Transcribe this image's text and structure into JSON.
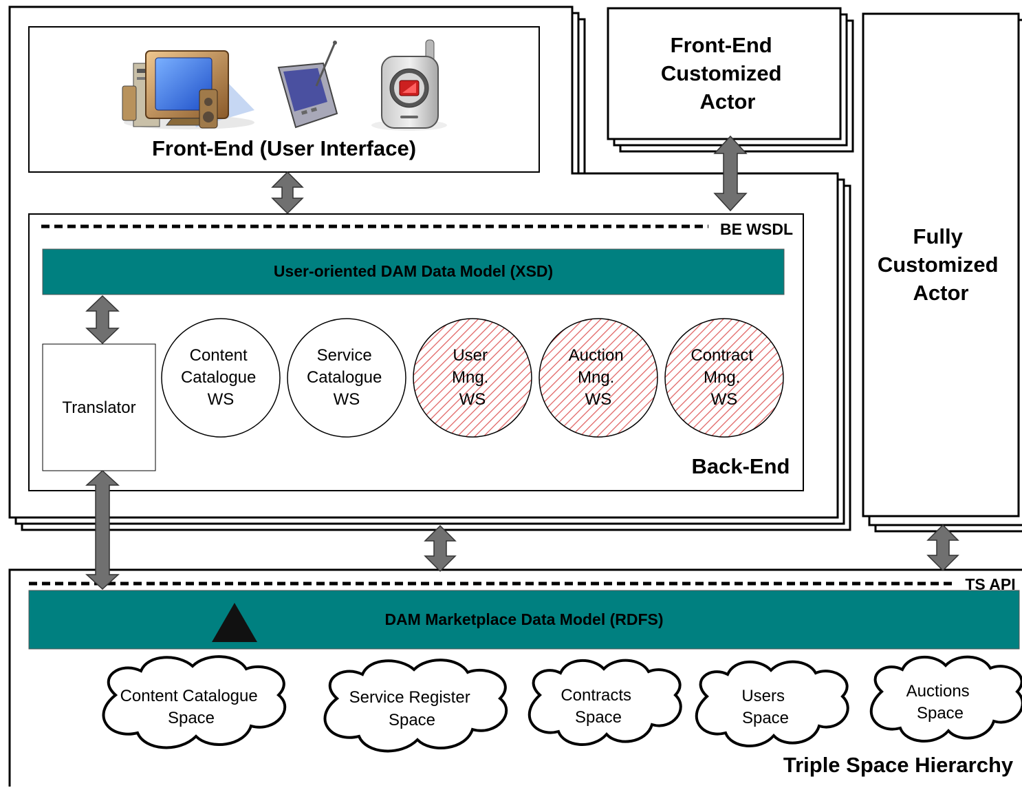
{
  "front_end": {
    "title": "Front-End (User Interface)"
  },
  "fe_custom_actor": {
    "lines": [
      "Front-End",
      "Customized",
      "Actor"
    ]
  },
  "fully_custom_actor": {
    "lines": [
      "Fully",
      "Customized",
      "Actor"
    ]
  },
  "back_end": {
    "wsdl_label": "BE WSDL",
    "data_model_label": "User-oriented DAM Data Model (XSD)",
    "translator_label": "Translator",
    "title": "Back-End",
    "services": [
      {
        "lines": [
          "Content",
          "Catalogue",
          "WS"
        ],
        "hatched": false
      },
      {
        "lines": [
          "Service",
          "Catalogue",
          "WS"
        ],
        "hatched": false
      },
      {
        "lines": [
          "User",
          "Mng.",
          "WS"
        ],
        "hatched": true
      },
      {
        "lines": [
          "Auction",
          "Mng.",
          "WS"
        ],
        "hatched": true
      },
      {
        "lines": [
          "Contract",
          "Mng.",
          "WS"
        ],
        "hatched": true
      }
    ]
  },
  "triple_space": {
    "api_label": "TS API",
    "data_model_label": "DAM Marketplace Data Model (RDFS)",
    "title": "Triple Space Hierarchy",
    "spaces": [
      {
        "lines": [
          "Content Catalogue",
          "Space"
        ]
      },
      {
        "lines": [
          "Service Register",
          "Space"
        ]
      },
      {
        "lines": [
          "Contracts",
          "Space"
        ]
      },
      {
        "lines": [
          "Users",
          "Space"
        ]
      },
      {
        "lines": [
          "Auctions",
          "Space"
        ]
      }
    ]
  },
  "icons": [
    "desktop-computer-icon",
    "pda-tablet-icon",
    "mobile-phone-icon"
  ],
  "colors": {
    "teal": "#008080",
    "hatch": "#e06060",
    "arrow": "#707070"
  }
}
